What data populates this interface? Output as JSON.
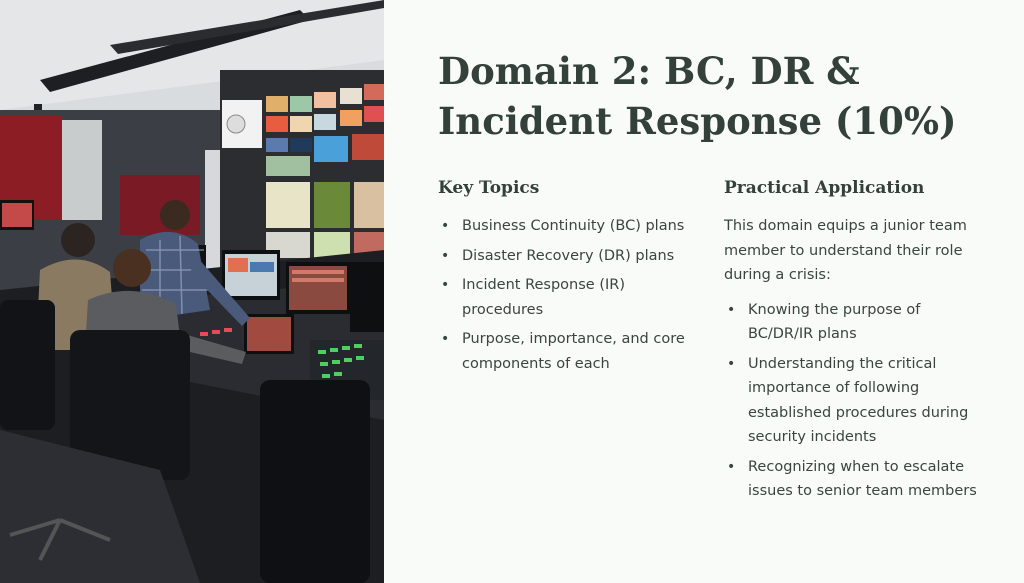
{
  "slide": {
    "title": "Domain 2: BC, DR & Incident Response (10%)",
    "key_topics": {
      "heading": "Key Topics",
      "items": [
        "Business Continuity (BC) plans",
        "Disaster Recovery (DR) plans",
        "Incident Response (IR) procedures",
        "Purpose, importance, and core components of each"
      ]
    },
    "practical": {
      "heading": "Practical Application",
      "intro": "This domain equips a junior team member to understand their role during a crisis:",
      "items": [
        "Knowing the purpose of BC/DR/IR plans",
        "Understanding the critical importance of following established procedures during security incidents",
        "Recognizing when to escalate issues to senior team members"
      ]
    }
  },
  "colors": {
    "background": "#f9fbf8",
    "heading": "#33403b",
    "body_text": "#3a4541"
  },
  "image": {
    "subject": "control-room-photo"
  }
}
